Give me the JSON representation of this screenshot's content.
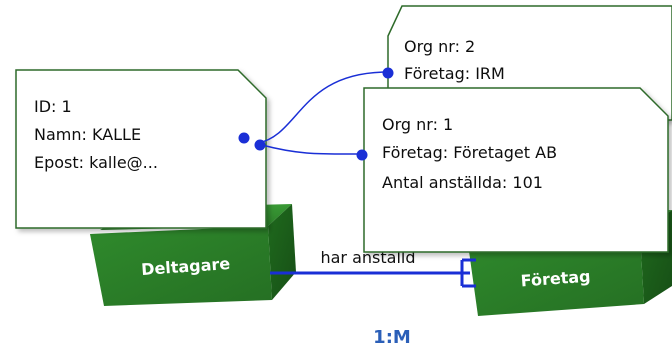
{
  "entities": {
    "deltagare": {
      "label": "Deltagare"
    },
    "foretag": {
      "label": "Företag"
    }
  },
  "relationship": {
    "label": "har anställd",
    "cardinality": "1:M"
  },
  "person_record": {
    "lines": [
      "ID: 1",
      "Namn: KALLE",
      "Epost: kalle@..."
    ]
  },
  "company_records": [
    {
      "lines": [
        "Org nr: 2",
        "Företag: IRM"
      ]
    },
    {
      "lines": [
        "Org nr: 1",
        "Företag: Företaget AB",
        "Antal anställda: 101"
      ]
    }
  ],
  "colors": {
    "box_green": "#2e7d32",
    "note_border": "#2e6b2a",
    "connector_blue": "#1a2fd6",
    "cardinality_blue": "#2b5fb8"
  }
}
